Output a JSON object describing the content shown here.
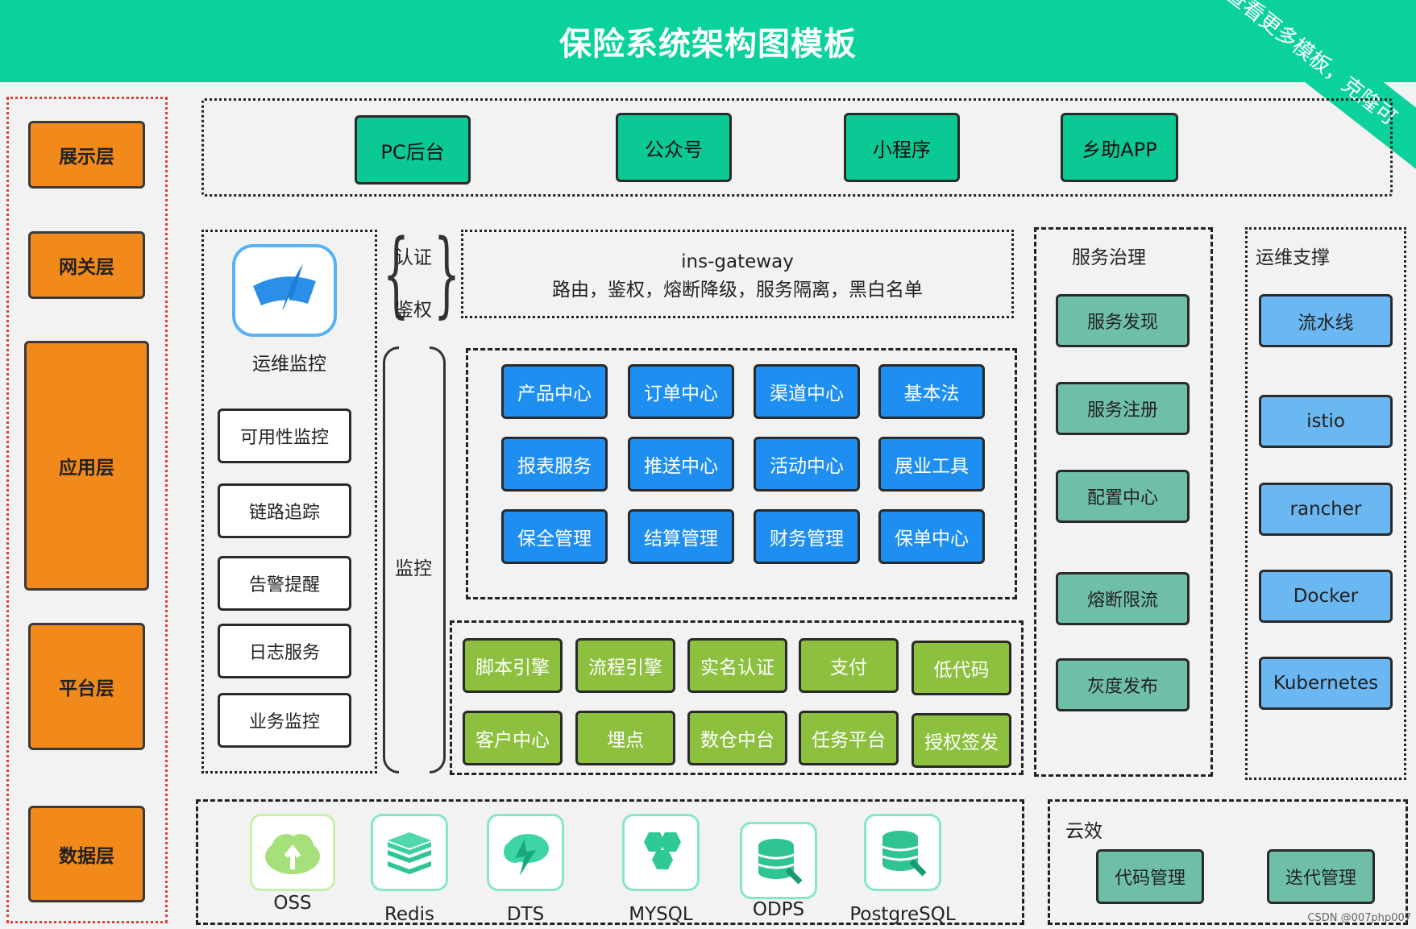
{
  "header": {
    "title": "保险系统架构图模板",
    "ribbon": "查看更多模板，克隆可"
  },
  "layers": [
    "展示层",
    "网关层",
    "应用层",
    "平台层",
    "数据层"
  ],
  "presentation": [
    "PC后台",
    "公众号",
    "小程序",
    "乡助APP"
  ],
  "ops_monitor": {
    "title": "运维监控",
    "items": [
      "可用性监控",
      "链路追踪",
      "告警提醒",
      "日志服务",
      "业务监控"
    ]
  },
  "braces": {
    "auth": "认证",
    "authz": "鉴权",
    "monitor": "监控"
  },
  "gateway": {
    "name": "ins-gateway",
    "desc": "路由，鉴权，熔断降级，服务隔离，黑白名单"
  },
  "app_services": [
    [
      "产品中心",
      "订单中心",
      "渠道中心",
      "基本法"
    ],
    [
      "报表服务",
      "推送中心",
      "活动中心",
      "展业工具"
    ],
    [
      "保全管理",
      "结算管理",
      "财务管理",
      "保单中心"
    ]
  ],
  "platform_services": [
    [
      "脚本引擎",
      "流程引擎",
      "实名认证",
      "支付",
      "低代码"
    ],
    [
      "客户中心",
      "埋点",
      "数仓中台",
      "任务平台",
      "授权签发"
    ]
  ],
  "governance": {
    "title": "服务治理",
    "items": [
      "服务发现",
      "服务注册",
      "配置中心",
      "熔断限流",
      "灰度发布"
    ]
  },
  "ops_support": {
    "title": "运维支撑",
    "items": [
      "流水线",
      "istio",
      "rancher",
      "Docker",
      "Kubernetes"
    ]
  },
  "data_stores": [
    "OSS",
    "Redis",
    "DTS",
    "MYSQL",
    "ODPS",
    "PostgreSQL"
  ],
  "cloud": {
    "title": "云效",
    "items": [
      "代码管理",
      "迭代管理"
    ]
  },
  "watermark": "CSDN @007php007",
  "colors": {
    "header": "#0bd19c",
    "layer": "#f28a1b",
    "app": "#1e8ff0",
    "platform": "#8dc03f",
    "governance": "#6fbfa8",
    "ops": "#6ab7f2"
  }
}
